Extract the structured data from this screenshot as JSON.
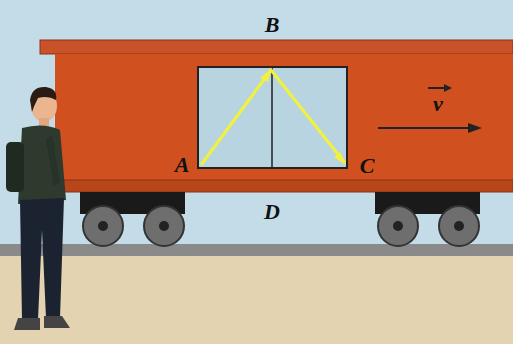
{
  "diagram": {
    "labels": [
      "B",
      "A",
      "C",
      "D",
      "v"
    ]
  }
}
